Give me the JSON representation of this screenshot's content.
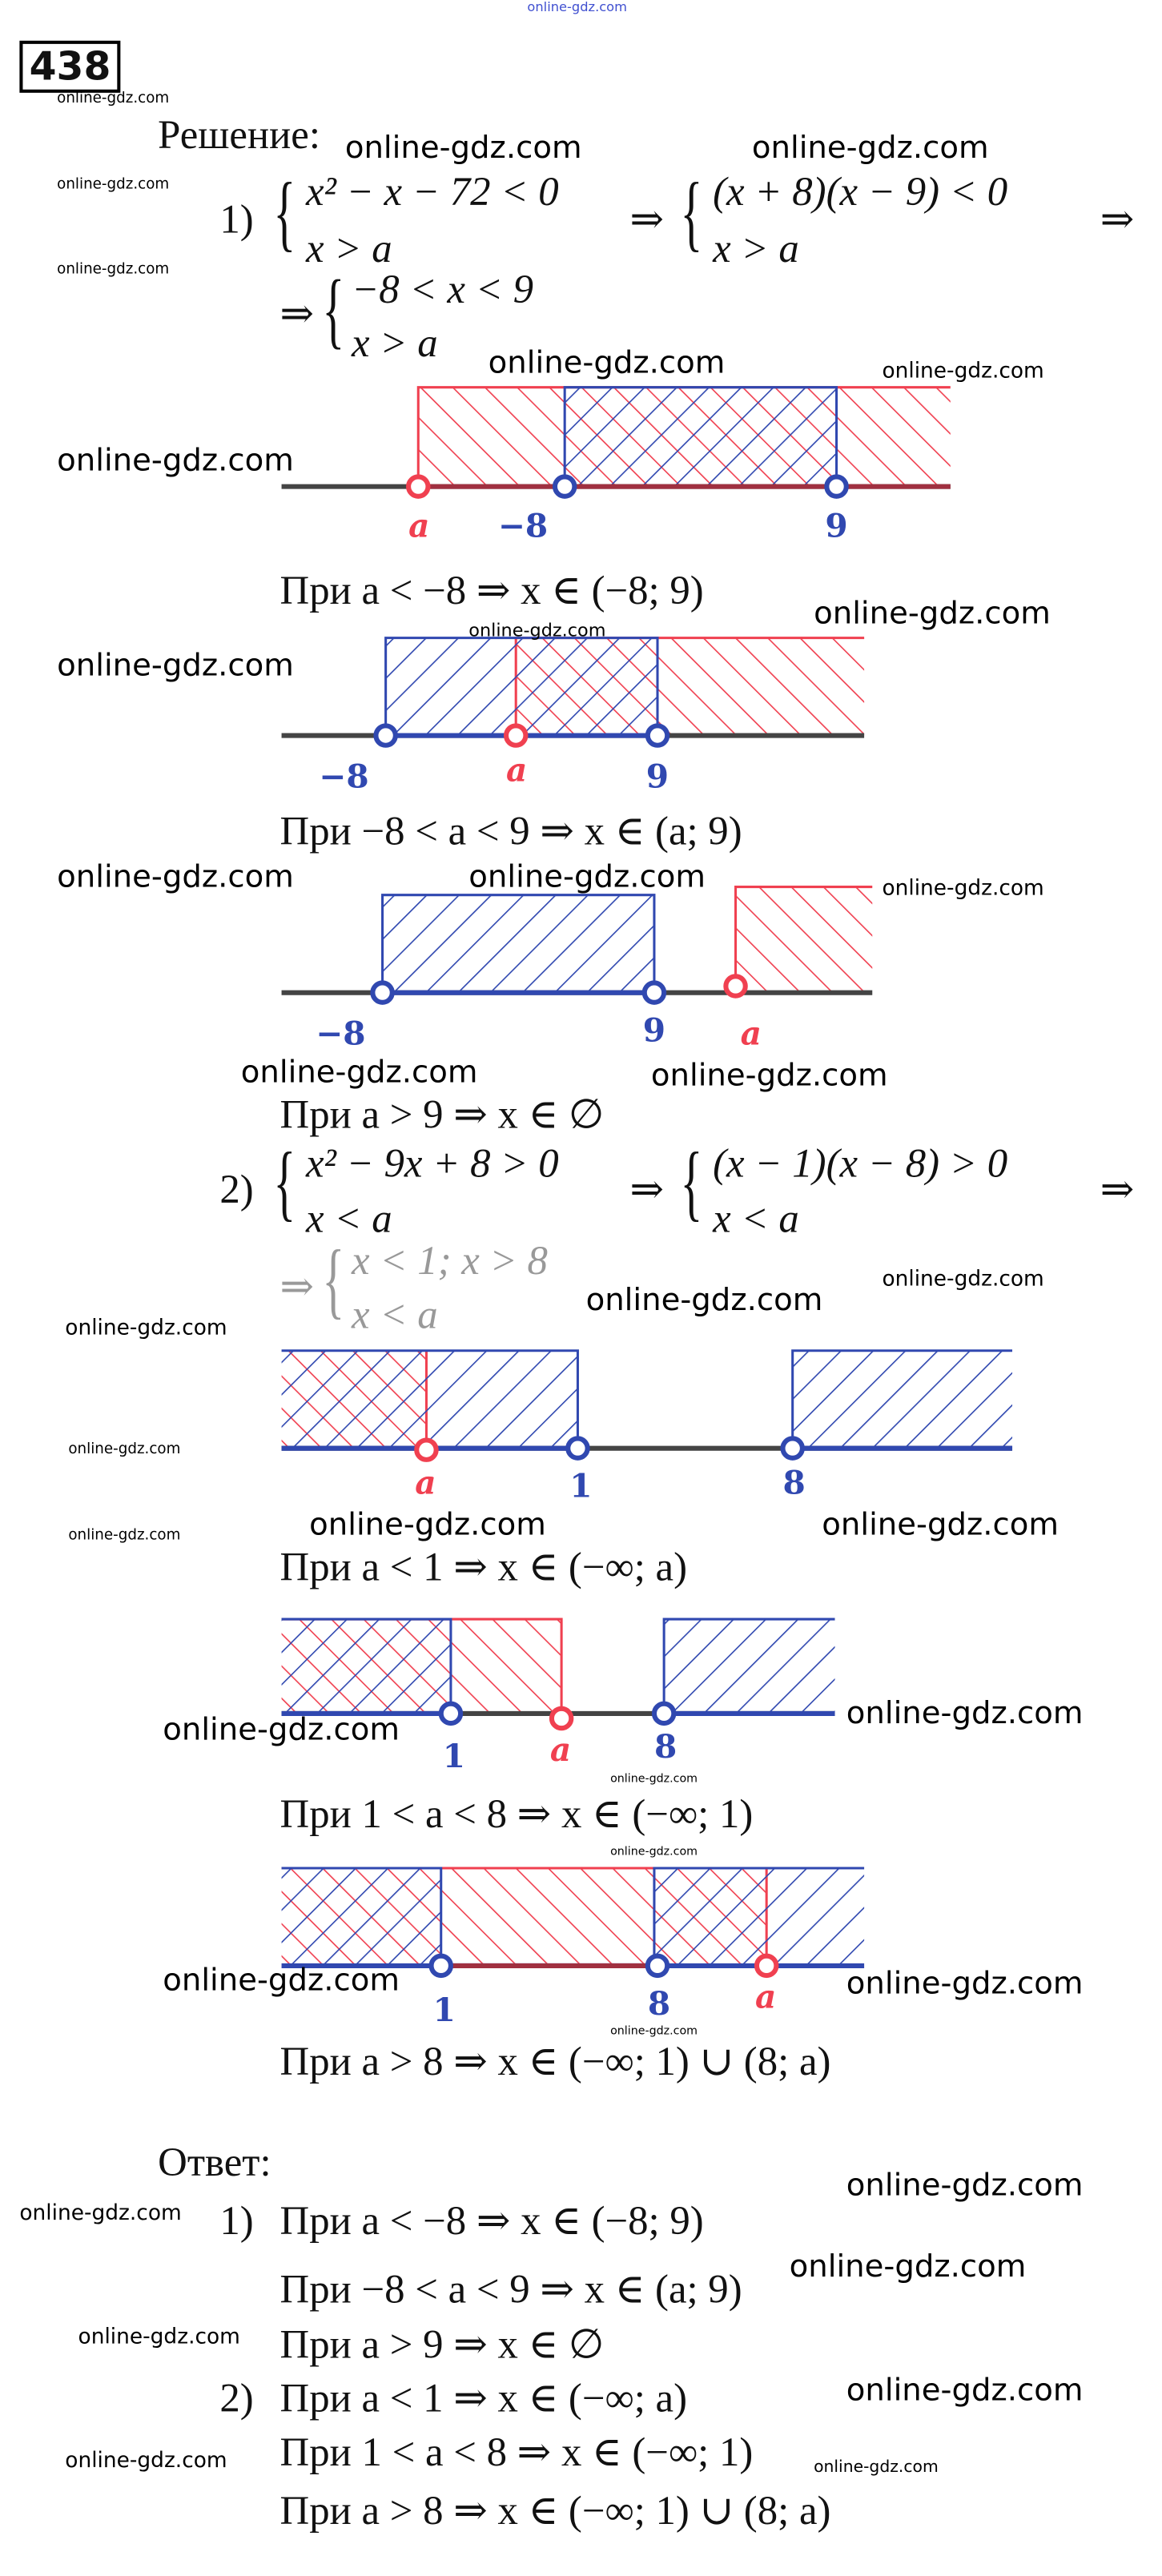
{
  "watermark": "online-gdz.com",
  "top_watermark": "online-gdz.com",
  "problem_number": "438",
  "solution_heading": "Решение:",
  "answer_heading": "Ответ:",
  "part1": {
    "label": "1)",
    "sys1": [
      "x² − x − 72 < 0",
      "x > a"
    ],
    "sys2": [
      "(x + 8)(x − 9) < 0",
      "x > a"
    ],
    "sys3": [
      "−8 < x < 9",
      "x > a"
    ],
    "implies": "⇒",
    "cases": [
      "При a < −8 ⇒ x ∈ (−8; 9)",
      "При −8 < a < 9 ⇒ x ∈ (a; 9)",
      "При a > 9 ⇒ x ∈ ∅"
    ],
    "lines": [
      [
        "a",
        "−8",
        "9"
      ],
      [
        "−8",
        "a",
        "9"
      ],
      [
        "−8",
        "9",
        "a"
      ]
    ]
  },
  "part2": {
    "label": "2)",
    "sys1": [
      "x² − 9x + 8 > 0",
      "x < a"
    ],
    "sys2": [
      "(x − 1)(x − 8) > 0",
      "x < a"
    ],
    "sys3": [
      "x < 1; x > 8",
      "x < a"
    ],
    "implies": "⇒",
    "cases": [
      "При a < 1 ⇒ x ∈ (−∞; a)",
      "При 1 < a < 8 ⇒ x ∈ (−∞; 1)",
      "При a > 8 ⇒ x ∈ (−∞; 1) ∪ (8; a)"
    ],
    "lines": [
      [
        "a",
        "1",
        "8"
      ],
      [
        "1",
        "a",
        "8"
      ],
      [
        "1",
        "8",
        "a"
      ]
    ]
  },
  "answer": {
    "part1_label": "1)",
    "part2_label": "2)",
    "items": [
      "При a < −8 ⇒ x ∈ (−8; 9)",
      "При −8 < a < 9 ⇒ x ∈ (a; 9)",
      "При a > 9 ⇒ x ∈ ∅",
      "При a < 1 ⇒ x ∈ (−∞; a)",
      "При 1 < a < 8 ⇒ x ∈ (−∞; 1)",
      "При a > 8 ⇒ x ∈ (−∞; 1) ∪ (8; a)"
    ]
  },
  "colors": {
    "red": "#f04050",
    "blue": "#3048b0",
    "axis": "#444444"
  }
}
